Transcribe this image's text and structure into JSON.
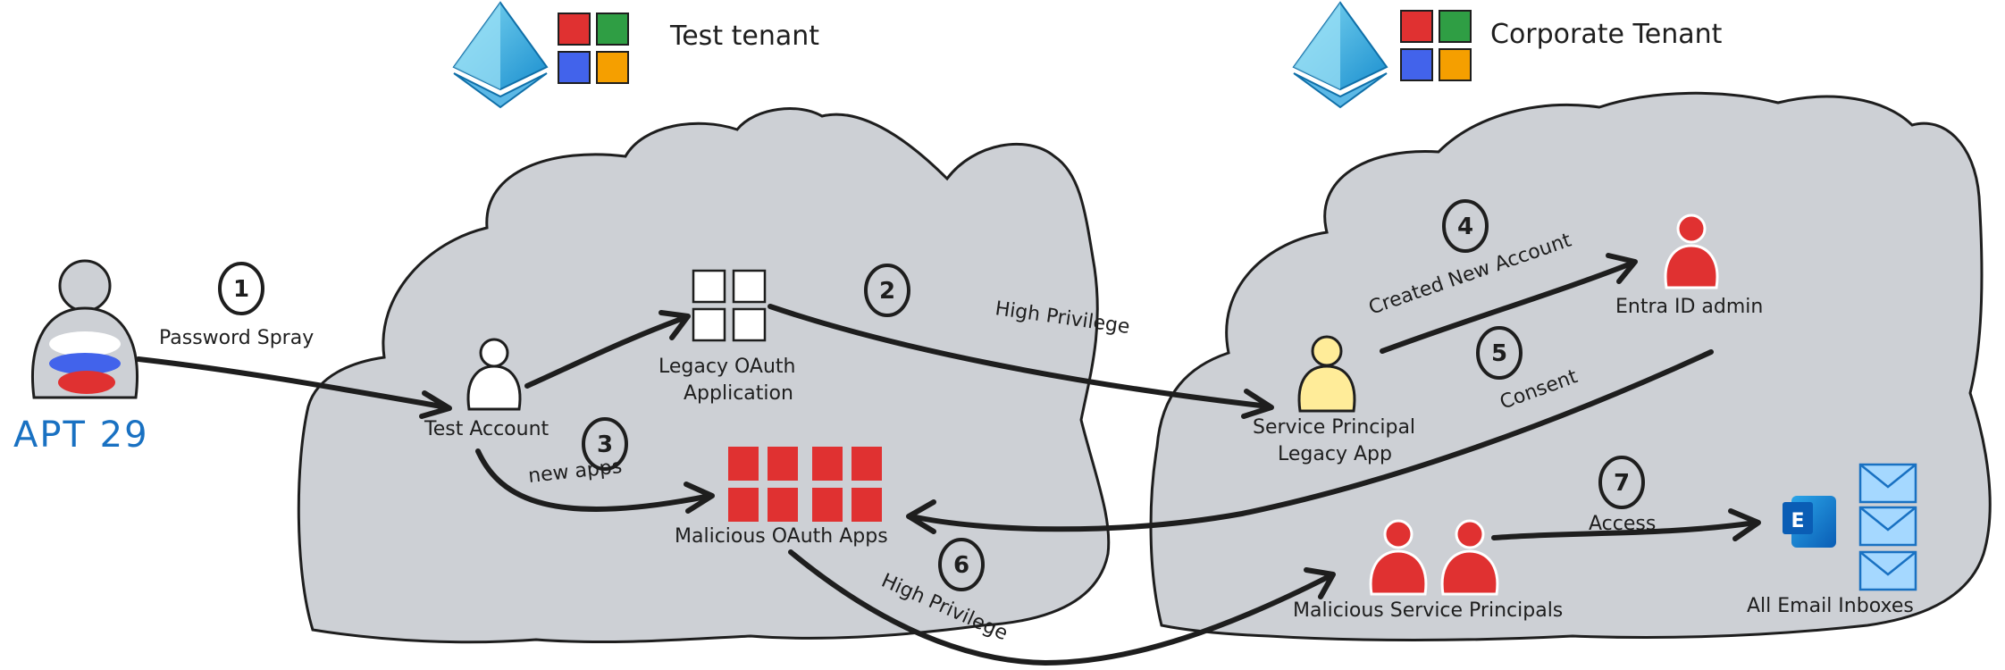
{
  "tenants": {
    "test": {
      "title": "Test tenant"
    },
    "corporate": {
      "title": "Corporate Tenant"
    }
  },
  "actor": {
    "name": "APT 29"
  },
  "nodes": {
    "test_account": "Test Account",
    "legacy_app_line1": "Legacy OAuth",
    "legacy_app_line2": "Application",
    "malicious_apps": "Malicious OAuth Apps",
    "service_principal_line1": "Service Principal",
    "service_principal_line2": "Legacy App",
    "entra_admin": "Entra ID admin",
    "malicious_sps": "Malicious Service Principals",
    "inboxes": "All Email Inboxes"
  },
  "steps": [
    {
      "number": "1",
      "label": "Password Spray"
    },
    {
      "number": "2",
      "label": "High Privilege"
    },
    {
      "number": "3",
      "label": "new apps"
    },
    {
      "number": "4",
      "label": "Created New Account"
    },
    {
      "number": "5",
      "label": "Consent"
    },
    {
      "number": "6",
      "label": "High Privilege"
    },
    {
      "number": "7",
      "label": "Access"
    }
  ],
  "icons": {
    "exchange_letter": "E"
  },
  "colors": {
    "cloud_fill": "#cdd0d5",
    "malicious_red": "#e03131",
    "service_principal_yellow": "#ffec99",
    "apt_blue": "#1971c2",
    "ms_red": "#e03131",
    "ms_green": "#2f9e44",
    "ms_blue": "#4263eb",
    "ms_yellow": "#f59f00"
  }
}
